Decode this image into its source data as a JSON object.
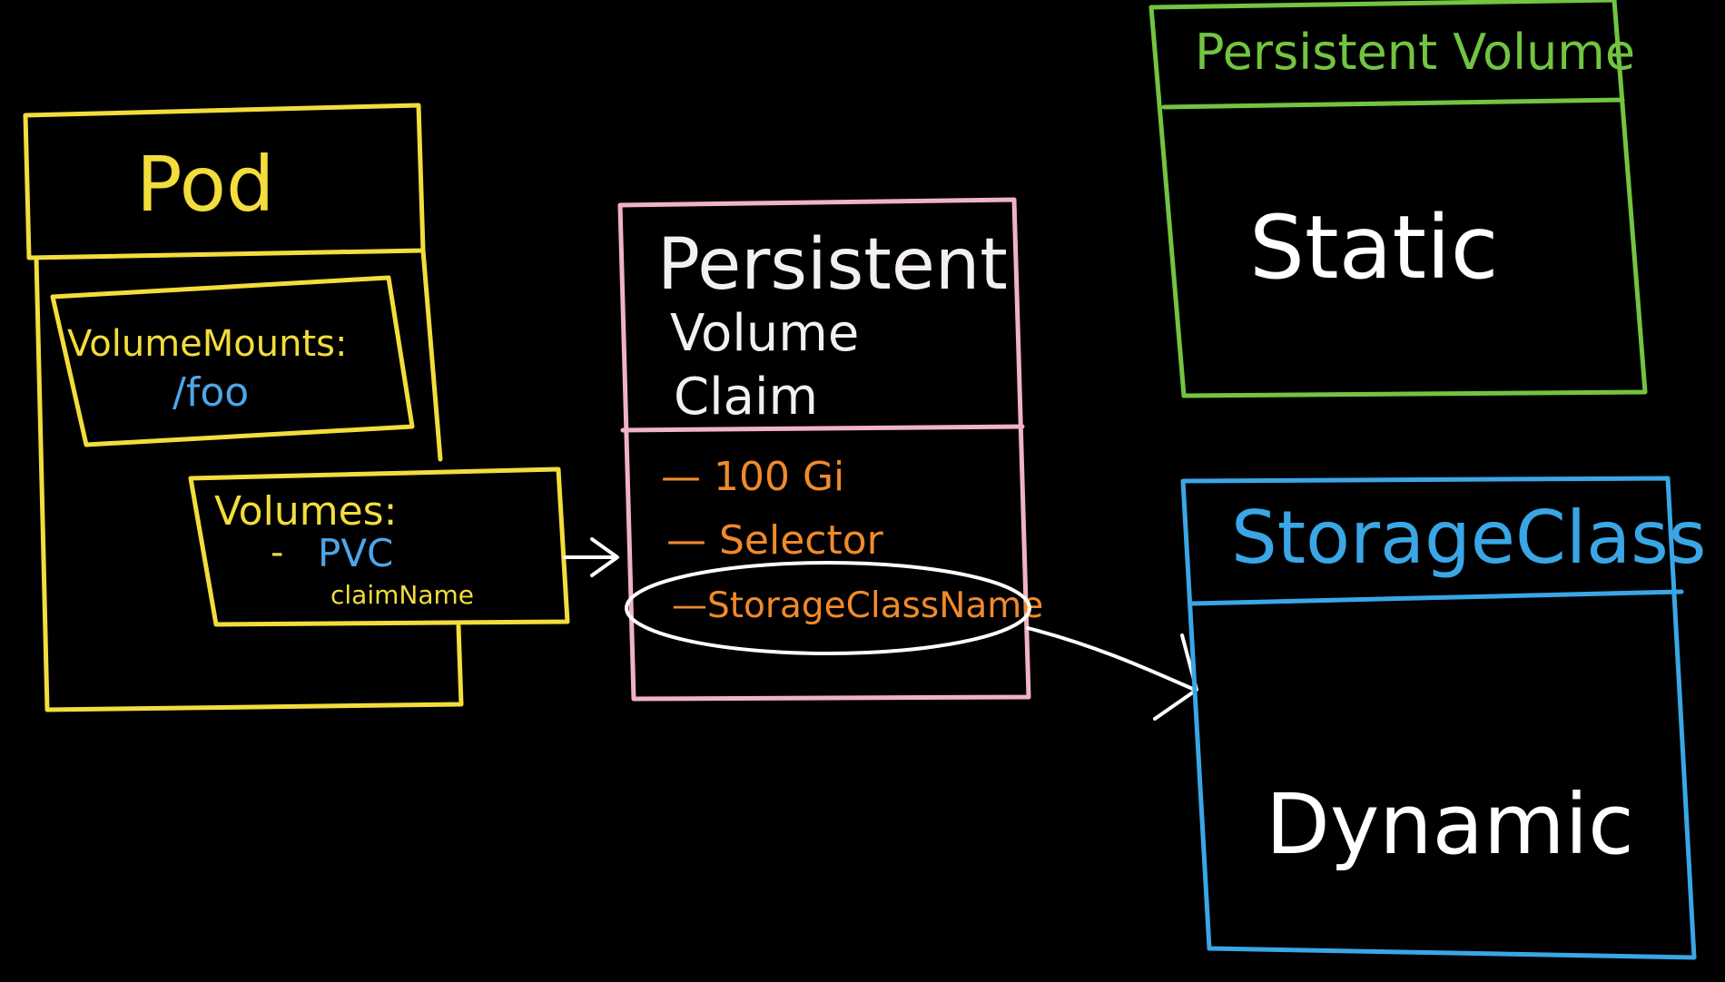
{
  "colors": {
    "background": "#000000",
    "pod": "#f2dd3c",
    "pod_accent": "#4ea6e8",
    "pvc": "#f0b3c4",
    "pvc_text": "#f4f0f0",
    "pvc_items": "#f08a2c",
    "pv": "#72c441",
    "storage_class": "#3aa6e6",
    "annotation": "#ffffff"
  },
  "pod": {
    "title": "Pod",
    "volume_mounts": {
      "label": "VolumeMounts:",
      "path": "/foo"
    },
    "volumes": {
      "label": "Volumes:",
      "dash": "-",
      "pvc": "PVC",
      "claim_name": "claimName"
    }
  },
  "pvc": {
    "title_lines": [
      "Persistent",
      "Volume",
      "Claim"
    ],
    "items": [
      "— 100 Gi",
      "— Selector",
      "—StorageClassName"
    ]
  },
  "pv": {
    "title": "Persistent Volume",
    "body": "Static"
  },
  "storage_class": {
    "title": "StorageClass",
    "body": "Dynamic"
  }
}
